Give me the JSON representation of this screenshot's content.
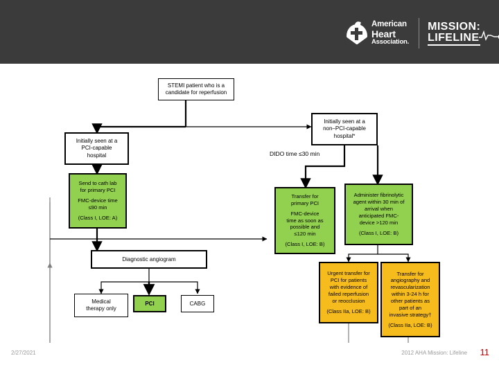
{
  "header": {
    "background_color": "#3b3b3b",
    "aha_logo": {
      "icon": "aha-heart-torch-icon",
      "line1": "American",
      "line2": "Heart",
      "line3": "Association."
    },
    "mission_lifeline_logo": {
      "line1": "MISSION:",
      "line2": "LIFELINE",
      "icon": "ecg-waveform-icon"
    }
  },
  "flowchart": {
    "colors": {
      "green": "#92d050",
      "orange": "#f6bb1c",
      "outline": "#000000",
      "connector": "#7f7f7f"
    },
    "labels": {
      "dido_time": "DIDO time ≤30 min"
    },
    "nodes": [
      {
        "id": "stemi-patient",
        "style": "white",
        "lines": [
          "STEMI patient who is a",
          "candidate for reperfusion"
        ]
      },
      {
        "id": "pci-capable-hospital",
        "style": "white",
        "lines": [
          "Initially seen at a",
          "PCI-capable",
          "hospital"
        ]
      },
      {
        "id": "non-pci-capable-hospital",
        "style": "white",
        "lines": [
          "Initially seen at a",
          "non–PCI-capable",
          "hospital*"
        ]
      },
      {
        "id": "send-to-cath-lab",
        "style": "green",
        "lines": [
          "Send to cath lab",
          "for primary PCI"
        ],
        "lines2": [
          "FMC-device time",
          "≤90 min"
        ],
        "class_loe": "(Class I, LOE: A)"
      },
      {
        "id": "transfer-for-primary-pci",
        "style": "green",
        "lines": [
          "Transfer for",
          "primary PCI"
        ],
        "lines2": [
          "FMC-device",
          "time as soon as",
          "possible and",
          "≤120 min"
        ],
        "class_loe": "(Class I, LOE: B)"
      },
      {
        "id": "administer-fibrinolytic",
        "style": "green",
        "lines": [
          "Administer fibrinolytic",
          "agent within 30 min of",
          "arrival when",
          "anticipated FMC-",
          "device >120 min"
        ],
        "class_loe": "(Class I, LOE: B)"
      },
      {
        "id": "urgent-transfer-failed-reperfusion",
        "style": "orange",
        "lines": [
          "Urgent transfer for",
          "PCI for patients",
          "with evidence of",
          "failed reperfusion",
          "or reocclusion"
        ],
        "class_loe": "(Class IIa, LOE: B)"
      },
      {
        "id": "transfer-for-angiography",
        "style": "orange",
        "lines": [
          "Transfer for",
          "angiography and",
          "revascularization",
          "within 3-24 h for",
          "other patients as",
          "part of an",
          "invasive strategy†"
        ],
        "class_loe": "(Class IIa, LOE: B)"
      },
      {
        "id": "diagnostic-angiogram",
        "style": "white",
        "lines": [
          "Diagnostic angiogram"
        ]
      },
      {
        "id": "medical-therapy-only",
        "style": "white",
        "lines": [
          "Medical",
          "therapy only"
        ]
      },
      {
        "id": "pci-outcome",
        "style": "green",
        "lines": [
          "PCI"
        ]
      },
      {
        "id": "cabg-outcome",
        "style": "white",
        "lines": [
          "CABG"
        ]
      }
    ]
  },
  "footer": {
    "date": "2/27/2021",
    "credit": "2012 AHA Mission: Lifeline",
    "page_number": "11",
    "page_number_color": "#c00000"
  }
}
